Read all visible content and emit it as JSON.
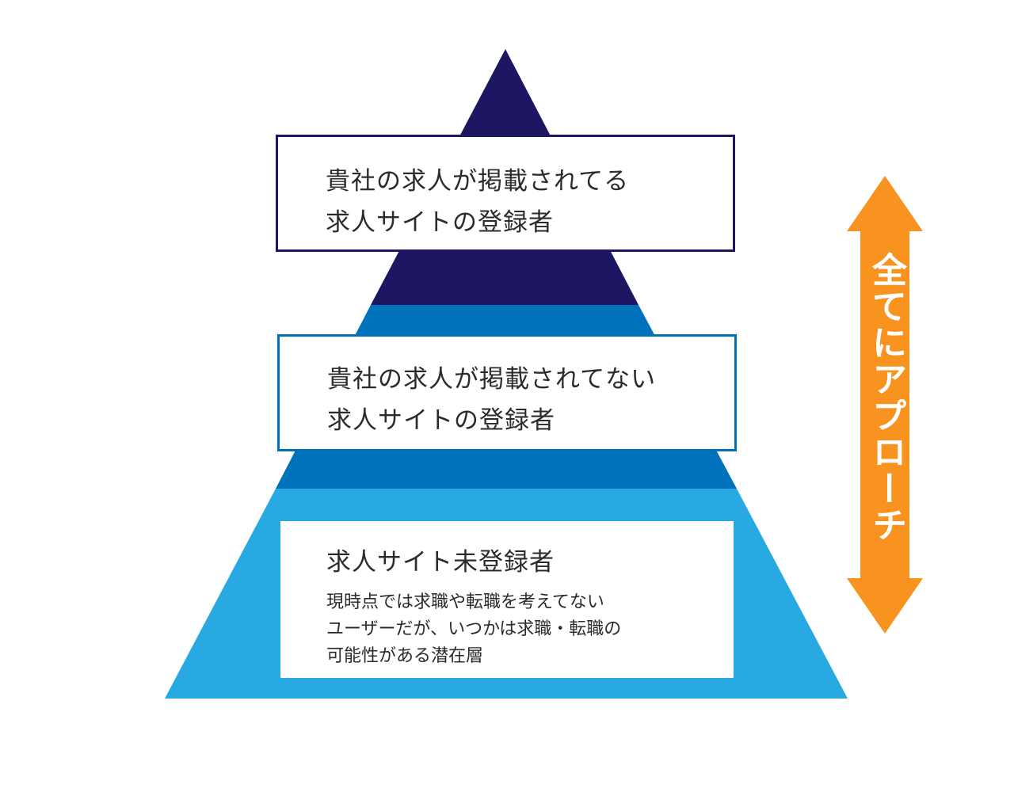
{
  "colors": {
    "tier_top": "#1d1763",
    "tier_middle": "#0071bb",
    "tier_bottom": "#29a9e1",
    "arrow": "#f7931e",
    "text": "#2b2b2b"
  },
  "tiers": [
    {
      "title_lines": [
        "貴社の求人が掲載されてる",
        "求人サイトの登録者"
      ]
    },
    {
      "title_lines": [
        "貴社の求人が掲載されてない",
        "求人サイトの登録者"
      ]
    },
    {
      "title_lines": [
        "求人サイト未登録者"
      ],
      "description_lines": [
        "現時点では求職や転職を考えてない",
        "ユーザーだが、いつかは求職・転職の",
        "可能性がある潜在層"
      ]
    }
  ],
  "arrow": {
    "icon": "double-headed-vertical-arrow",
    "label": "全てにアプローチ"
  }
}
